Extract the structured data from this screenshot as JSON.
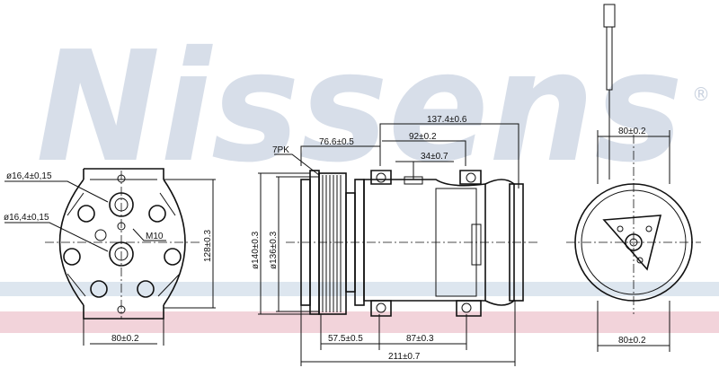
{
  "watermark": {
    "brand": "Nissens",
    "registered": "®",
    "colors": {
      "logo": "#d7dee9",
      "band_blue": "#dde6ef",
      "band_pink": "#f2d3da"
    }
  },
  "front_view": {
    "port_top": "ø16,4±0,15",
    "port_mid": "ø16,4±0,15",
    "thread": "M10",
    "height": "128±0.3",
    "width": "80±0.2"
  },
  "side_view": {
    "pulley_type": "7PK",
    "pulley_offset": "76.6±0.5",
    "total_to_rear": "137.4±0.6",
    "mount_spacing_top": "92±0.2",
    "port_offset": "34±0.7",
    "pulley_dia_outer": "ø140±0.3",
    "pulley_dia_inner": "ø136±0.3",
    "mount_front": "57.5±0.5",
    "mount_spacing_bottom": "87±0.3",
    "overall_length": "211±0.7"
  },
  "rear_view": {
    "width_top": "80±0.2",
    "width_bottom": "80±0.2"
  }
}
